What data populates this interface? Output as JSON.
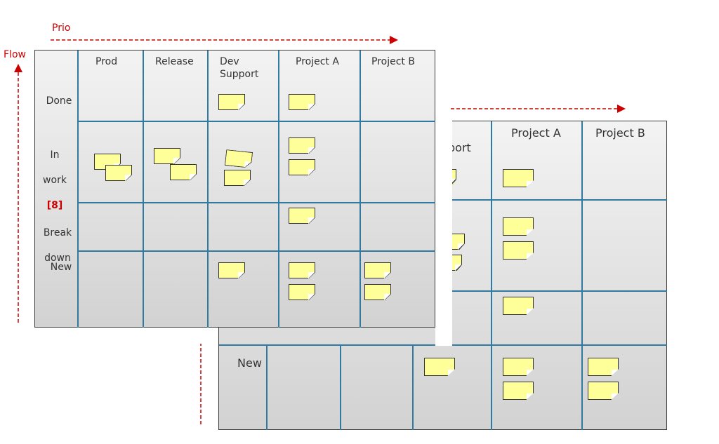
{
  "axes": {
    "prio_label": "Prio",
    "flow_label": "Flow",
    "arrow_color": "#cc0000"
  },
  "front_board": {
    "columns": [
      "Prod",
      "Release",
      "Dev\nSupport",
      "Project A",
      "Project B"
    ],
    "rows": {
      "done": "Done",
      "in_work_line1": "In",
      "in_work_line2": "work",
      "in_work_wip": "[8]",
      "breakdown_line1": "Break",
      "breakdown_line2": "down",
      "new": "New"
    }
  },
  "back_board": {
    "columns": [
      "port",
      "Project A",
      "Project B"
    ],
    "rows": {
      "new": "New"
    }
  },
  "colors": {
    "grid_line": "#2e7aa0",
    "sticky_note": "#ffff99",
    "wip_limit": "#cc0000"
  }
}
